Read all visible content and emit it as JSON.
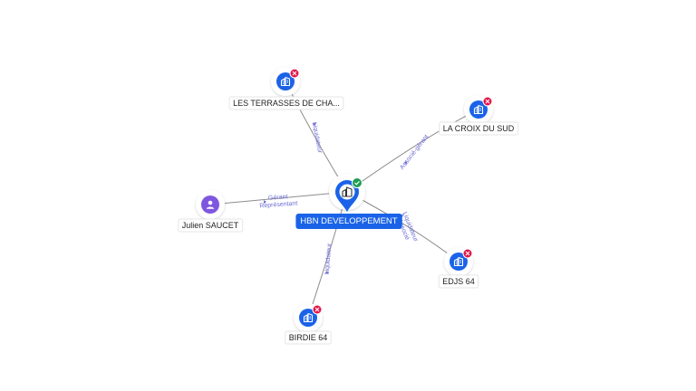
{
  "colors": {
    "company": "#1a63e8",
    "person": "#7e57e0",
    "closed_badge": "#e0184a",
    "active_badge": "#1f9d55",
    "edge": "#8c8c8c",
    "edge_label": "#6b6bd6",
    "center_label_bg": "#1a63e8"
  },
  "center": {
    "label": "HBN DEVELOPPEMENT",
    "icon": "building-icon",
    "status": "active"
  },
  "nodes": [
    {
      "id": "terrasses",
      "label": "LES TERRASSES DE CHA...",
      "type": "company",
      "icon": "building-icon",
      "status": "closed"
    },
    {
      "id": "croix",
      "label": "LA CROIX DU SUD",
      "type": "company",
      "icon": "building-icon",
      "status": "closed"
    },
    {
      "id": "edjs",
      "label": "EDJS 64",
      "type": "company",
      "icon": "building-icon",
      "status": "closed"
    },
    {
      "id": "birdie",
      "label": "BIRDIE 64",
      "type": "company",
      "icon": "building-icon",
      "status": "closed"
    },
    {
      "id": "julien",
      "label": "Julien SAUCET",
      "type": "person",
      "icon": "person-icon",
      "status": "none"
    }
  ],
  "edges": [
    {
      "to": "terrasses",
      "labels": [
        "Liquidateur"
      ]
    },
    {
      "to": "croix",
      "labels": [
        "Associé-gérant"
      ]
    },
    {
      "to": "edjs",
      "labels": [
        "Liquidateur",
        "Associé"
      ]
    },
    {
      "to": "birdie",
      "labels": [
        "Liquidateur"
      ]
    },
    {
      "to": "julien",
      "labels": [
        "Gérant",
        "Représentant"
      ]
    }
  ]
}
